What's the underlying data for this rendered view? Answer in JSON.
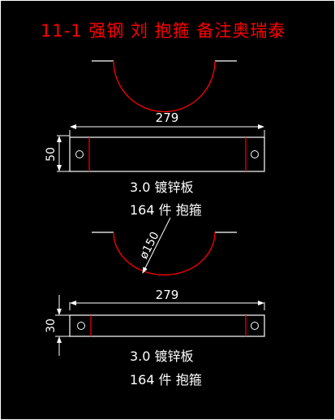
{
  "title": "11-1 强钢 刘 抱箍 备注奥瑞泰",
  "part1": {
    "length_dim": "279",
    "height_dim": "50",
    "material": "3.0 镀锌板",
    "quantity": "164 件 抱箍"
  },
  "part2": {
    "diameter_dim": "ø150",
    "length_dim": "279",
    "height_dim": "30",
    "material": "3.0 镀锌板",
    "quantity": "164 件 抱箍"
  },
  "colors": {
    "background": "#000000",
    "title": "#ff0000",
    "arc": "#ff0000",
    "geometry": "#ffffff",
    "text": "#ffffff"
  }
}
